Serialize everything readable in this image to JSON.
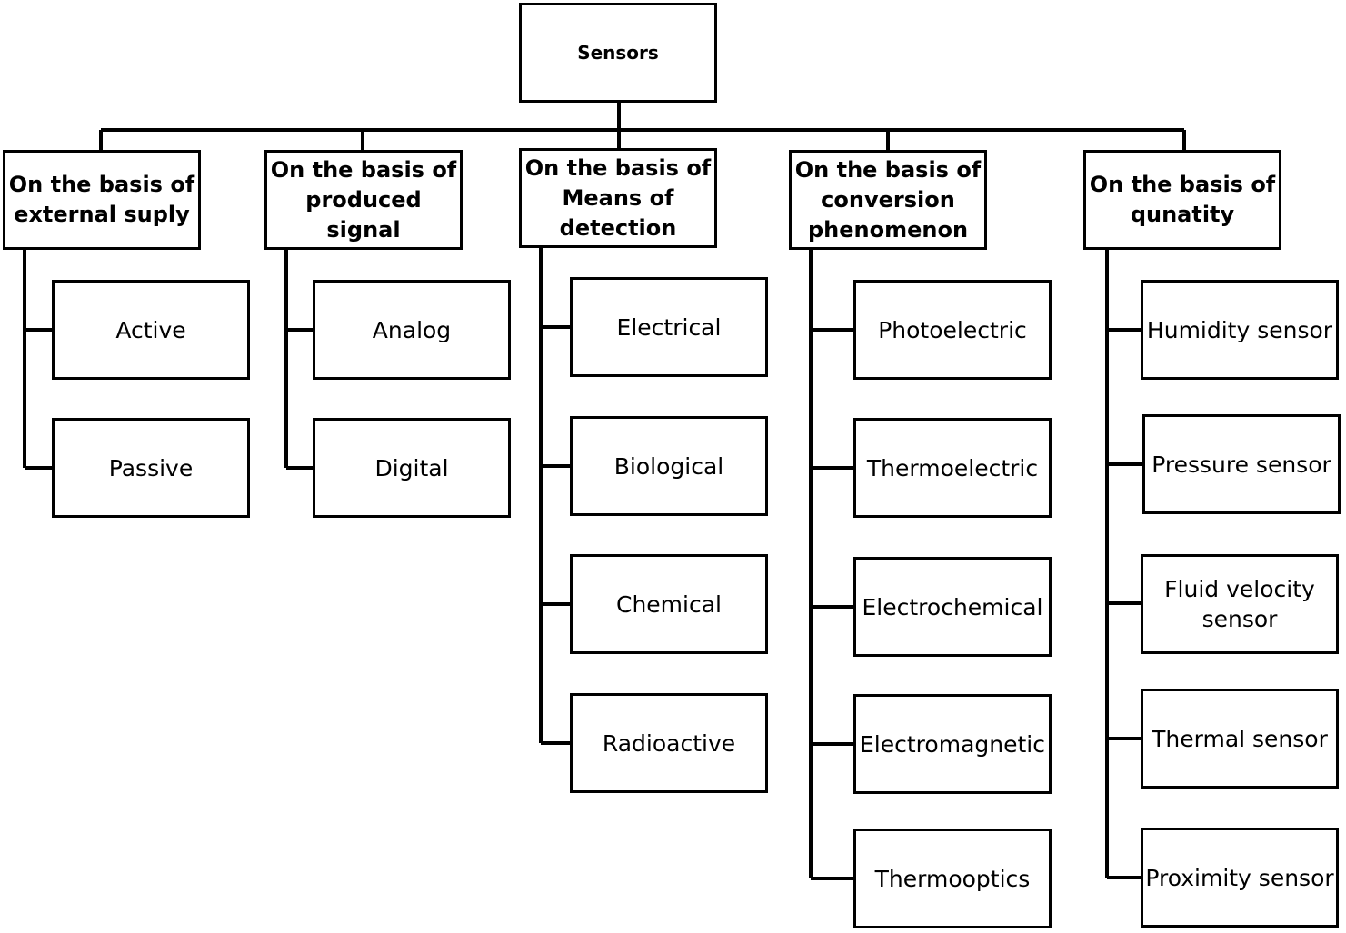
{
  "root": {
    "label": "Sensors"
  },
  "categories": [
    {
      "label": "On the basis of\nexternal suply",
      "items": [
        "Active",
        "Passive"
      ]
    },
    {
      "label": "On the basis of\nproduced signal",
      "items": [
        "Analog",
        "Digital"
      ]
    },
    {
      "label": "On the basis of\nMeans of\ndetection",
      "items": [
        "Electrical",
        "Biological",
        "Chemical",
        "Radioactive"
      ]
    },
    {
      "label": "On the basis of\nconversion\nphenomenon",
      "items": [
        "Photoelectric",
        "Thermoelectric",
        "Electrochemical",
        "Electromagnetic",
        "Thermooptics"
      ]
    },
    {
      "label": "On the basis of\nqunatity",
      "items": [
        "Humidity sensor",
        "Pressure sensor",
        "Fluid velocity\nsensor",
        "Thermal sensor",
        "Proximity sensor"
      ]
    }
  ]
}
